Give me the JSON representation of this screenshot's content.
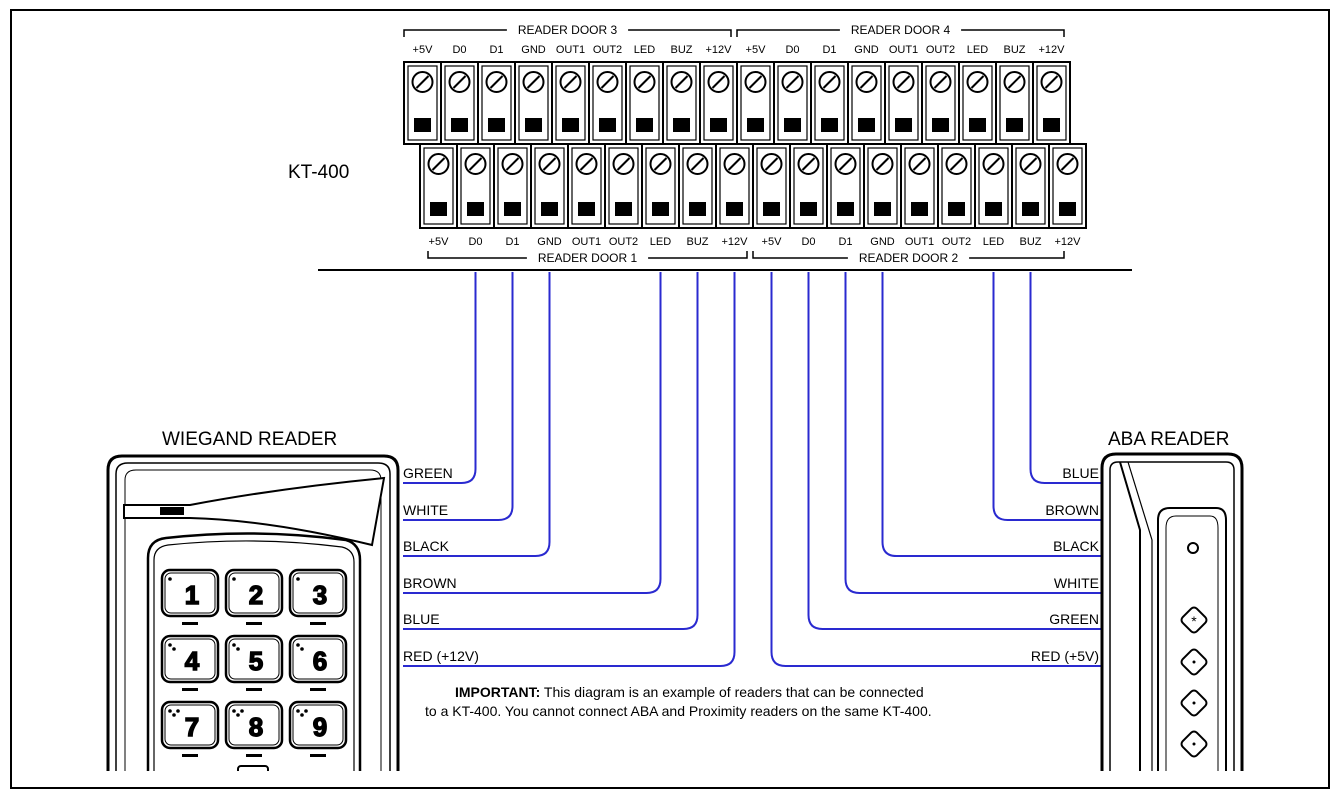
{
  "controller": {
    "name": "KT-400",
    "terminal_labels": [
      "+5V",
      "D0",
      "D1",
      "GND",
      "OUT1",
      "OUT2",
      "LED",
      "BUZ",
      "+12V"
    ],
    "top_groups": [
      "READER DOOR 3",
      "READER DOOR 4"
    ],
    "bottom_groups": [
      "READER DOOR 1",
      "READER DOOR 2"
    ]
  },
  "wiegand_reader": {
    "title": "WIEGAND READER",
    "keys": [
      "1",
      "2",
      "3",
      "4",
      "5",
      "6",
      "7",
      "8",
      "9"
    ],
    "wires": [
      {
        "label": "GREEN",
        "terminal": "D0"
      },
      {
        "label": "WHITE",
        "terminal": "D1"
      },
      {
        "label": "BLACK",
        "terminal": "GND"
      },
      {
        "label": "BROWN",
        "terminal": "LED"
      },
      {
        "label": "BLUE",
        "terminal": "BUZ"
      },
      {
        "label": "RED  (+12V)",
        "terminal": "+12V"
      }
    ]
  },
  "aba_reader": {
    "title": "ABA READER",
    "wires": [
      {
        "label": "BLUE",
        "terminal": "BUZ"
      },
      {
        "label": "BROWN",
        "terminal": "LED"
      },
      {
        "label": "BLACK",
        "terminal": "GND"
      },
      {
        "label": "WHITE",
        "terminal": "D1"
      },
      {
        "label": "GREEN",
        "terminal": "D0"
      },
      {
        "label": "RED  (+5V)",
        "terminal": "+5V"
      }
    ]
  },
  "note": {
    "bold": "IMPORTANT:",
    "line1": " This diagram is an example of readers that can be connected",
    "line2": "to a KT-400. You cannot connect ABA and Proximity readers on the same KT-400."
  },
  "colors": {
    "wire": "#2a2ad0",
    "line": "#000000",
    "background": "#ffffff"
  }
}
